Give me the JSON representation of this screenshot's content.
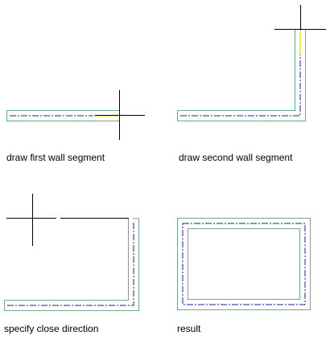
{
  "steps": [
    {
      "caption": "draw first wall segment"
    },
    {
      "caption": "draw second wall segment"
    },
    {
      "caption": "specify close direction"
    },
    {
      "caption": "result"
    }
  ],
  "colors": {
    "wall_outline": "#6aaa8e",
    "centerline": "#1c1ca0",
    "rubber_band": "#f2e600",
    "cursor": "#000000",
    "background": "#ffffff"
  },
  "icons": {
    "cursor": "crosshair-cursor-icon"
  }
}
